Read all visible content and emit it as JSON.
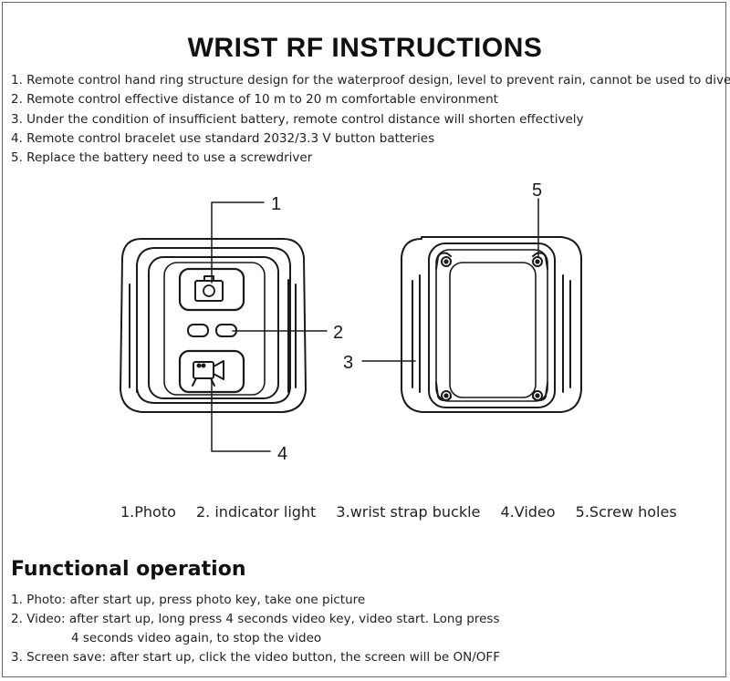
{
  "title": "WRIST RF INSTRUCTIONS",
  "instructions": [
    "1. Remote control hand ring structure design for the waterproof design, level to prevent rain, cannot be used to dive",
    "2. Remote control effective distance of 10 m to 20 m comfortable environment",
    "3. Under the condition of insufficient battery, remote control distance will shorten effectively",
    "4. Remote control bracelet use standard 2032/3.3 V button batteries",
    "5. Replace the battery need to use a screwdriver"
  ],
  "callouts": {
    "photo": "1",
    "indicator": "2",
    "strap": "3",
    "video": "4",
    "screws": "5"
  },
  "legend": [
    "1.Photo",
    "2. indicator light",
    "3.wrist strap buckle",
    "4.Video",
    "5.Screw holes"
  ],
  "functional_title": "Functional operation",
  "operations": {
    "photo": "1. Photo: after start up, press photo key, take one picture",
    "video_line1": "2. Video: after start up, long press 4 seconds video key, video start. Long press",
    "video_line2": "4 seconds video again, to stop the video",
    "screen": "3. Screen save: after start up, click the video button, the screen will be ON/OFF"
  }
}
